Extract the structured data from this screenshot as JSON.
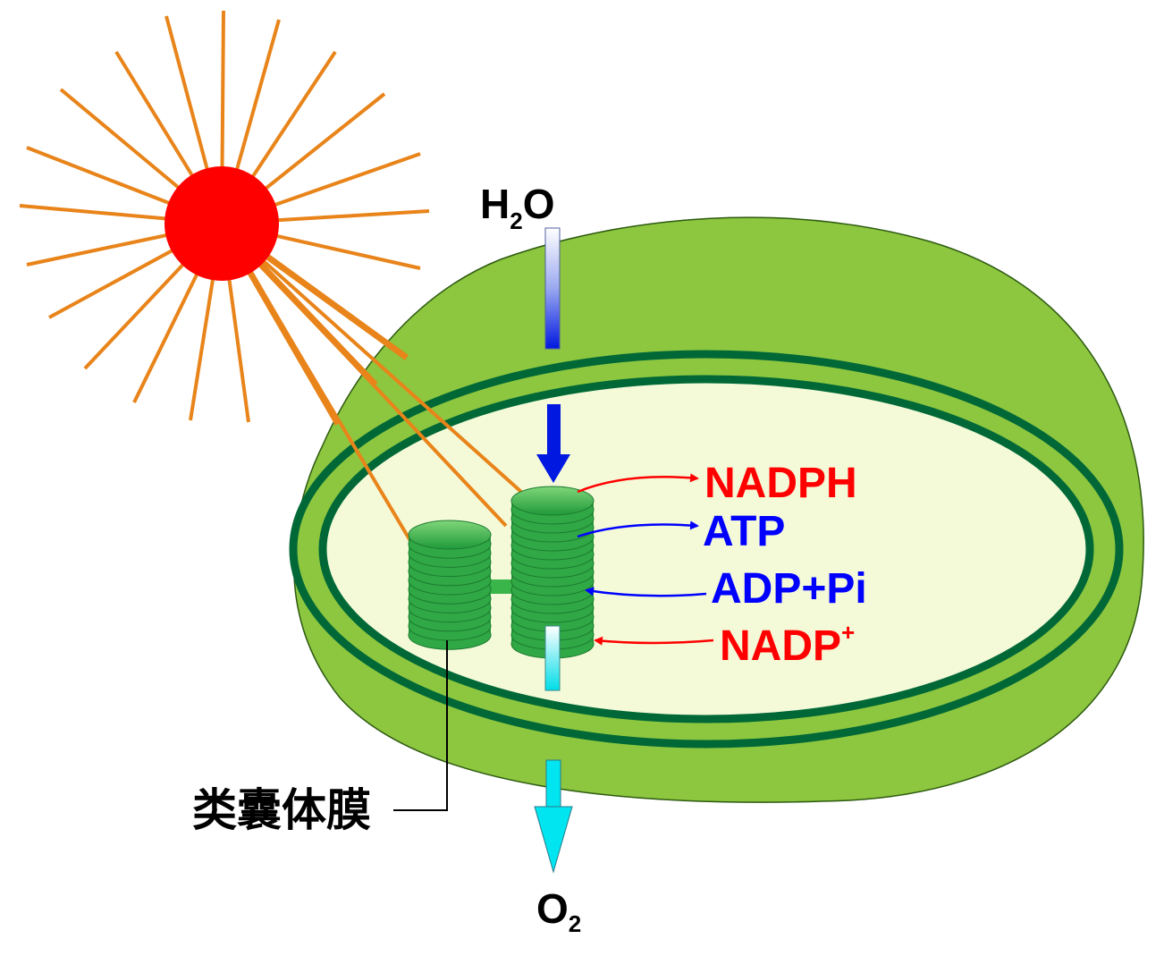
{
  "labels": {
    "h2o_main": "H",
    "h2o_sub": "2",
    "h2o_end": "O",
    "o2_main": "O",
    "o2_sub": "2",
    "nadph": "NADPH",
    "atp": "ATP",
    "adp_pi": "ADP+Pi",
    "nadp_main": "NADP",
    "nadp_sup": "+",
    "thylakoid_membrane": "类囊体膜"
  },
  "colors": {
    "sun_core": "#ff0000",
    "sun_rays": "#e8841a",
    "chloroplast_outer": "#8dc63f",
    "membrane": "#006837",
    "stroma": "#f4fad8",
    "grana": "#39b54a",
    "nadph_text": "#ff0000",
    "atp_text": "#0000ff",
    "water_arrow": "#0022ee",
    "oxygen_arrow": "#00e5f0",
    "label_text": "#000000"
  },
  "icons": {
    "sun": "sun-icon",
    "grana_left": "granum-stack-icon",
    "grana_right": "granum-stack-icon"
  }
}
